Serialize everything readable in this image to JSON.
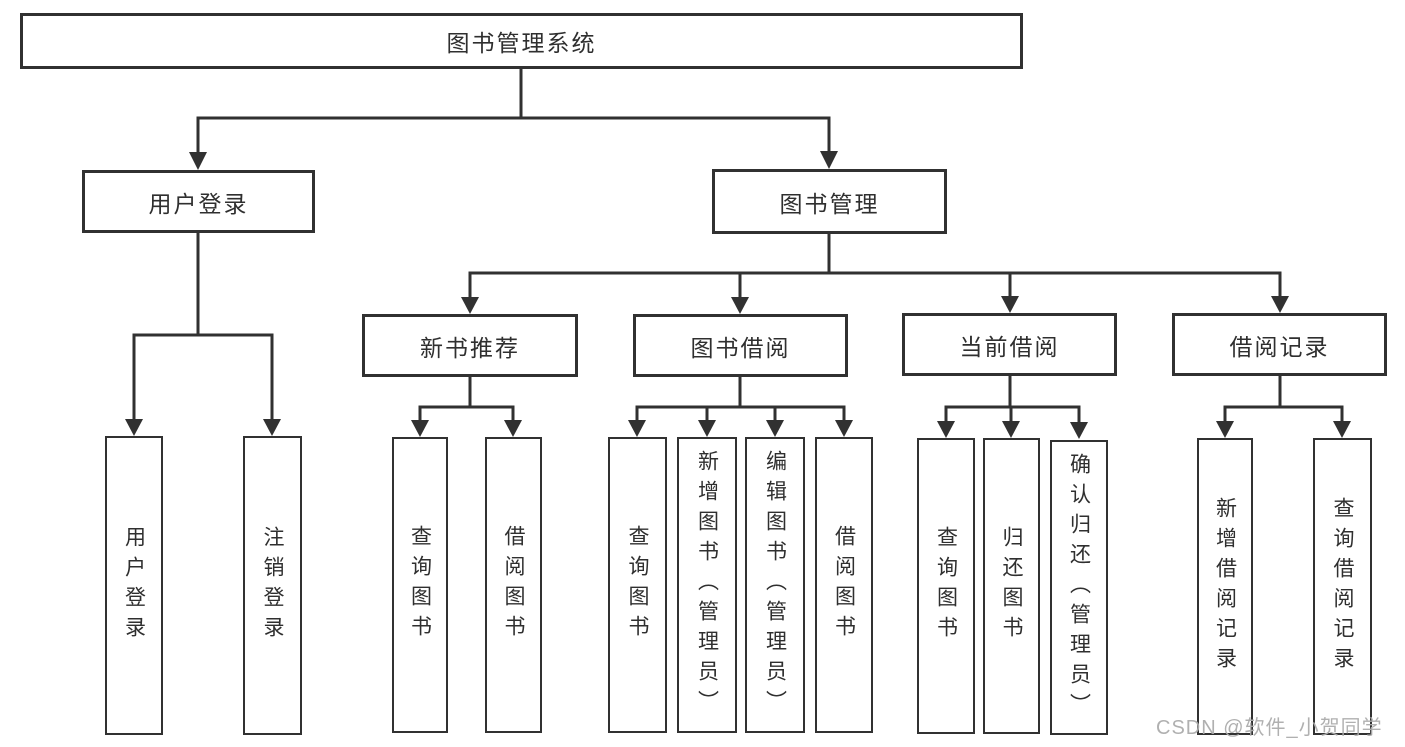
{
  "colors": {
    "line": "#313131",
    "text": "#2f2f2f",
    "background": "#ffffff",
    "watermark": "#acacac"
  },
  "watermark": {
    "text": "CSDN @软件_小贺同学"
  },
  "tree": {
    "label": "图书管理系统",
    "children": [
      {
        "label": "用户登录",
        "children": [
          {
            "label": "用户登录"
          },
          {
            "label": "注销登录"
          }
        ]
      },
      {
        "label": "图书管理",
        "children": [
          {
            "label": "新书推荐",
            "children": [
              {
                "label": "查询图书"
              },
              {
                "label": "借阅图书"
              }
            ]
          },
          {
            "label": "图书借阅",
            "children": [
              {
                "label": "查询图书"
              },
              {
                "label": "新增图书（管理员）"
              },
              {
                "label": "编辑图书（管理员）"
              },
              {
                "label": "借阅图书"
              }
            ]
          },
          {
            "label": "当前借阅",
            "children": [
              {
                "label": "查询图书"
              },
              {
                "label": "归还图书"
              },
              {
                "label": "确认归还（管理员）"
              }
            ]
          },
          {
            "label": "借阅记录",
            "children": [
              {
                "label": "新增借阅记录"
              },
              {
                "label": "查询借阅记录"
              }
            ]
          }
        ]
      }
    ]
  }
}
